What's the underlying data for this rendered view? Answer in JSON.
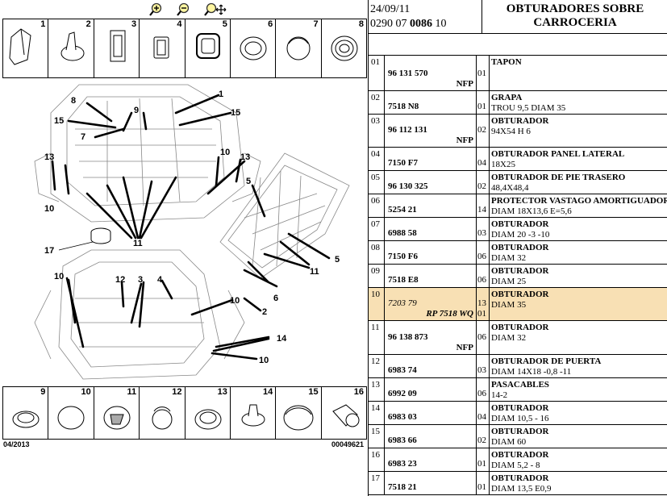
{
  "toolbar": {
    "zoom_in_icon": "zoom-in-magnifier",
    "zoom_out_icon": "zoom-out-magnifier",
    "zoom_pan_icon": "zoom-pan-magnifier"
  },
  "top_thumbnails": [
    "1",
    "2",
    "3",
    "4",
    "5",
    "6",
    "7",
    "8"
  ],
  "bottom_thumbnails": [
    "9",
    "10",
    "11",
    "12",
    "13",
    "14",
    "15",
    "16"
  ],
  "diagram_callouts": [
    "1",
    "15",
    "8",
    "15",
    "9",
    "7",
    "13",
    "10",
    "13",
    "5",
    "10",
    "11",
    "11",
    "17",
    "5",
    "12",
    "3",
    "4",
    "10",
    "2",
    "6",
    "14",
    "10"
  ],
  "footer_left": "04/2013",
  "footer_right": "00049621",
  "header": {
    "date": "24/09/11",
    "code_prefix": "0290 07 ",
    "code_bold": "0086",
    "code_suffix": " 10",
    "title": "OBTURADORES SOBRE CARROCERIA"
  },
  "parts": [
    {
      "num": "01",
      "ref": "96 131 570",
      "nfp": "NFP",
      "qty": "01",
      "name": "TAPON",
      "desc": ""
    },
    {
      "num": "02",
      "ref": "7518 N8",
      "nfp": "",
      "qty": "01",
      "name": "GRAPA",
      "desc": "TROU 9,5 DIAM 35"
    },
    {
      "num": "03",
      "ref": "96 112 131",
      "nfp": "NFP",
      "qty": "02",
      "name": "OBTURADOR",
      "desc": "94X54 H 6"
    },
    {
      "num": "04",
      "ref": "7150 F7",
      "nfp": "",
      "qty": "04",
      "name": "OBTURADOR PANEL LATERAL",
      "desc": "18X25"
    },
    {
      "num": "05",
      "ref": "96 130 325",
      "nfp": "",
      "qty": "02",
      "name": "OBTURADOR DE PIE TRASERO",
      "desc": "48,4X48,4"
    },
    {
      "num": "06",
      "ref": "5254 21",
      "nfp": "",
      "qty": "14",
      "name": "PROTECTOR VASTAGO AMORTIGUADOR",
      "desc": "DIAM 18X13,6 E=5,6"
    },
    {
      "num": "07",
      "ref": "6988 58",
      "nfp": "",
      "qty": "03",
      "name": "OBTURADOR",
      "desc": "DIAM 20 -3 -10"
    },
    {
      "num": "08",
      "ref": "7150 F6",
      "nfp": "",
      "qty": "06",
      "name": "OBTURADOR",
      "desc": "DIAM 32"
    },
    {
      "num": "09",
      "ref": "7518 E8",
      "nfp": "",
      "qty": "06",
      "name": "OBTURADOR",
      "desc": "DIAM 25"
    },
    {
      "num": "10",
      "ref": "7203 79",
      "alt": "RP 7518 WQ",
      "qty": "13",
      "qty2": "01",
      "name": "OBTURADOR",
      "desc": "DIAM 35",
      "selected": true
    },
    {
      "num": "11",
      "ref": "96 138 873",
      "nfp": "NFP",
      "qty": "06",
      "name": "OBTURADOR",
      "desc": "DIAM 32"
    },
    {
      "num": "12",
      "ref": "6983 74",
      "nfp": "",
      "qty": "03",
      "name": "OBTURADOR DE PUERTA",
      "desc": "DIAM 14X18 -0,8 -11"
    },
    {
      "num": "13",
      "ref": "6992 09",
      "nfp": "",
      "qty": "06",
      "name": "PASACABLES",
      "desc": "14-2"
    },
    {
      "num": "14",
      "ref": "6983 03",
      "nfp": "",
      "qty": "04",
      "name": "OBTURADOR",
      "desc": "DIAM 10,5 - 16"
    },
    {
      "num": "15",
      "ref": "6983 66",
      "nfp": "",
      "qty": "02",
      "name": "OBTURADOR",
      "desc": "DIAM 60"
    },
    {
      "num": "16",
      "ref": "6983 23",
      "nfp": "",
      "qty": "01",
      "name": "OBTURADOR",
      "desc": "DIAM 5,2 - 8"
    },
    {
      "num": "17",
      "ref": "7518 21",
      "nfp": "",
      "qty": "01",
      "name": "OBTURADOR",
      "desc": "DIAM 13,5 E0,9"
    }
  ],
  "colors": {
    "selected_row": "#f8e0b4",
    "zoom_icon": "#e8c000"
  }
}
